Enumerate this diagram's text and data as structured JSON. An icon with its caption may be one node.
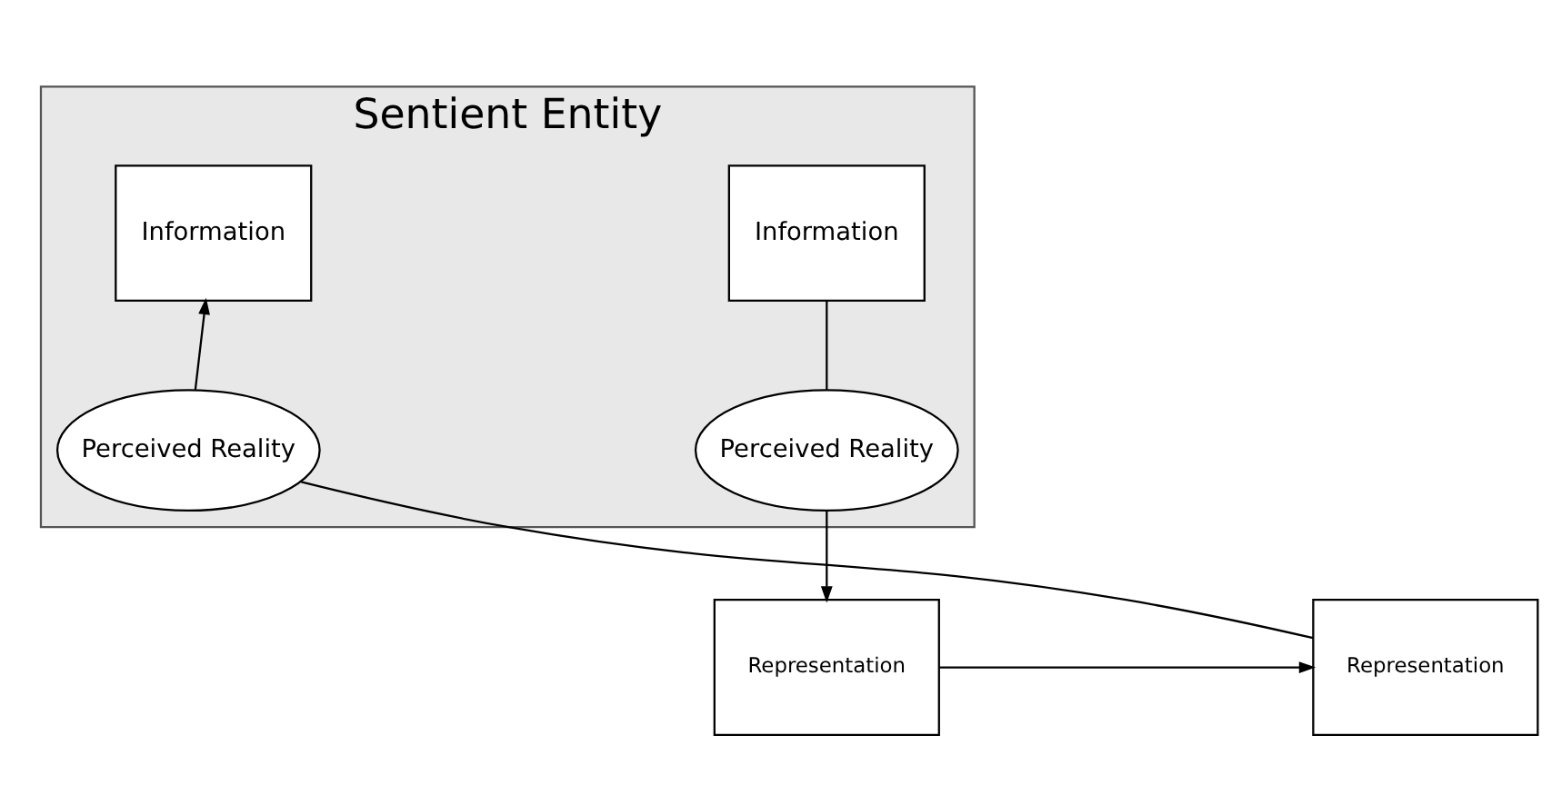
{
  "diagram": {
    "nodes": [
      {
        "text": [
          "Sentient Entity"
        ]
      },
      {
        "text": [
          "Information"
        ],
        "in": 0
      },
      {
        "text": [
          "Information"
        ],
        "in": 0
      },
      {
        "text": [
          "Perceived Reality"
        ],
        "in": 0
      },
      {
        "text": [
          "Perceived Reality"
        ],
        "in": 0
      },
      {
        "text": [
          "Representation"
        ]
      },
      {
        "text": [
          "Representation"
        ]
      }
    ],
    "edges": [
      {
        "from": 1,
        "to": 3,
        "arrow": "none"
      },
      {
        "from": 3,
        "to": 5,
        "arrow": "to"
      },
      {
        "from": 5,
        "to": 6,
        "arrow": "to"
      },
      {
        "from": 6,
        "to": 4,
        "arrow": "none"
      },
      {
        "from": 4,
        "to": 2,
        "arrow": "to"
      }
    ]
  }
}
